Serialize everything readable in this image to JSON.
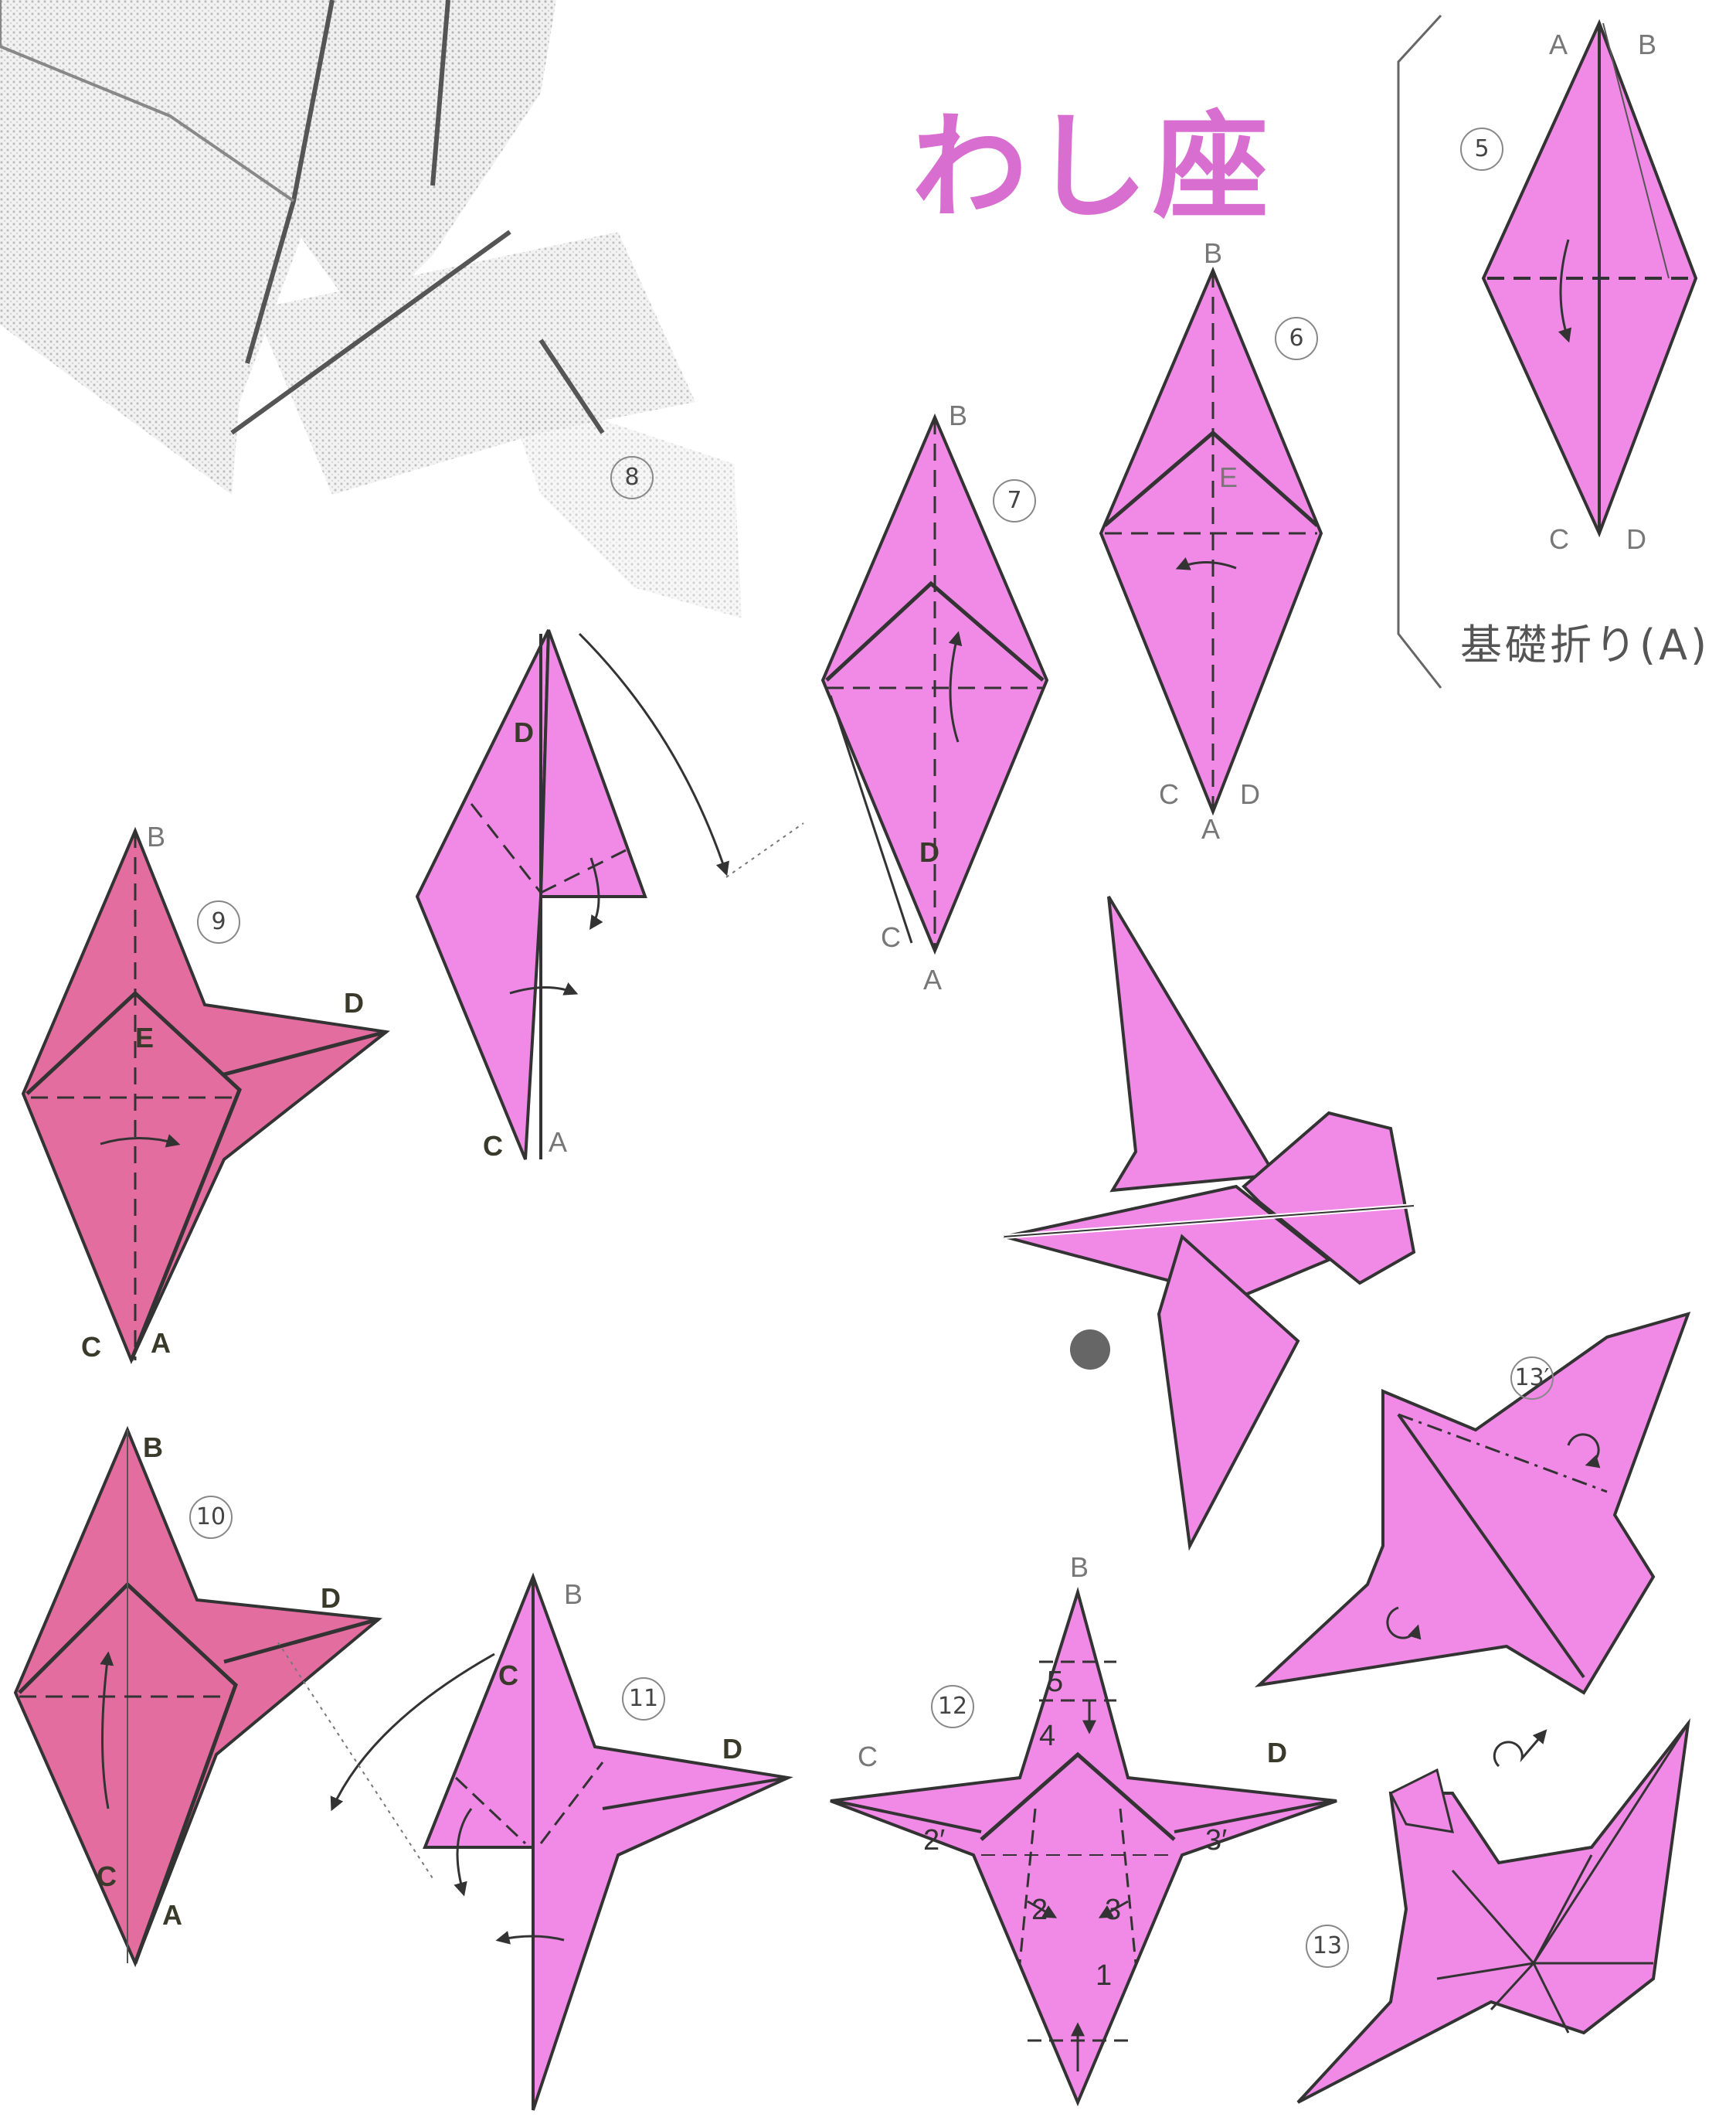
{
  "title": "わし座",
  "caption": "基礎折り(A)",
  "steps": {
    "s5": "5",
    "s6": "6",
    "s7": "7",
    "s8": "8",
    "s9": "9",
    "s10": "10",
    "s11": "11",
    "s12": "12",
    "s13": "13",
    "s13p": "13′"
  },
  "labels": {
    "A": "A",
    "B": "B",
    "C": "C",
    "D": "D",
    "E": "E"
  },
  "numbers": {
    "n1": "1",
    "n2": "2",
    "n2p": "2′",
    "n3": "3",
    "n3p": "3′",
    "n4": "4",
    "n5": "5"
  },
  "colors": {
    "pink": "#f08ae6",
    "pink_dark": "#e88adb",
    "pinkred": "#e46da0",
    "outline": "#333333"
  }
}
